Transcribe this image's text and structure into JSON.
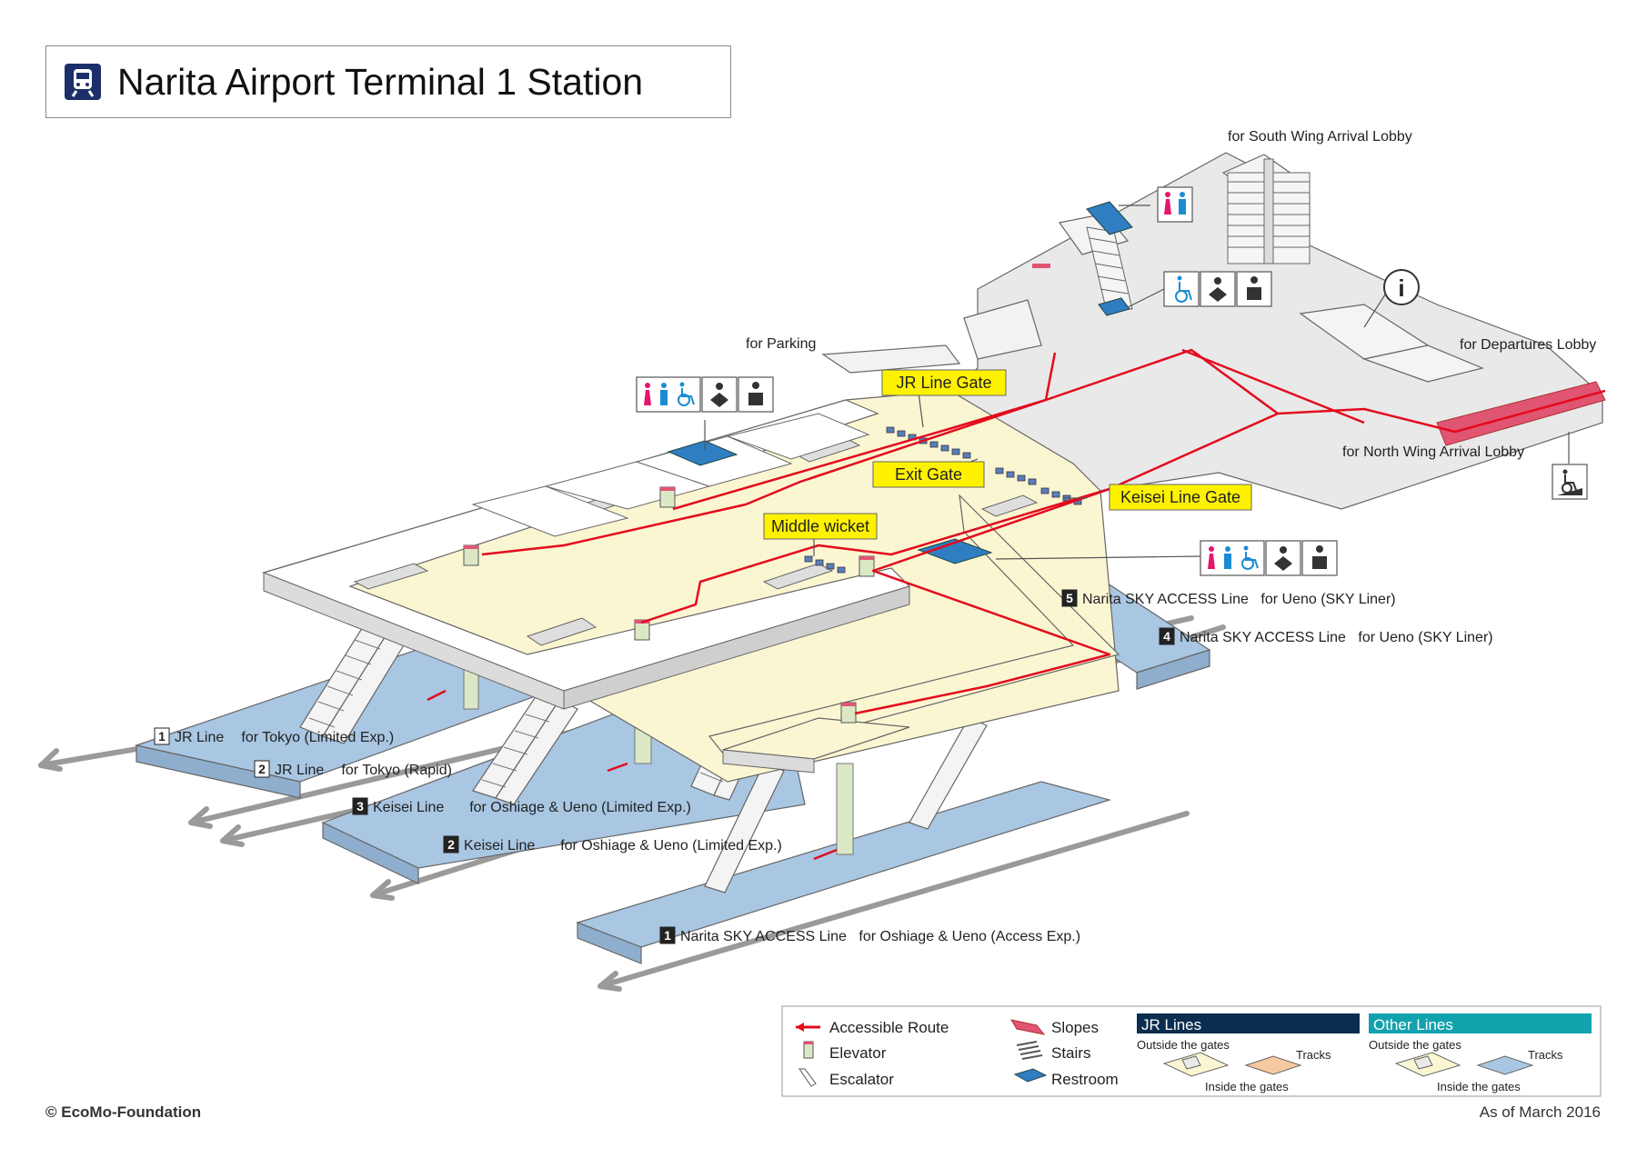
{
  "title": "Narita Airport Terminal 1 Station",
  "colors": {
    "accessible_route": "#e30b1d",
    "floor_inside": "#fbf6d2",
    "floor_outside": "#e9e9e9",
    "platform": "#a9c6e2",
    "callout": "#fff200",
    "jr_lines": "#0b2e50",
    "other_lines": "#12a2ad",
    "restroom": "#2f7ec1",
    "slope": "#e05572"
  },
  "destinations": {
    "south_wing": "for South Wing Arrival Lobby",
    "parking": "for Parking",
    "departures": "for Departures Lobby",
    "north_wing": "for North Wing Arrival Lobby"
  },
  "gates": {
    "jr": "JR Line Gate",
    "exit": "Exit Gate",
    "keisei": "Keisei Line Gate",
    "middle": "Middle wicket"
  },
  "platforms": [
    {
      "num": "1",
      "style": "outline",
      "line": "JR Line",
      "dest": "for Tokyo (Limited Exp.)"
    },
    {
      "num": "2",
      "style": "outline",
      "line": "JR Line",
      "dest": "for Tokyo (Rapid)"
    },
    {
      "num": "3",
      "style": "filled",
      "line": "Keisei Line",
      "dest": "for Oshiage & Ueno (Limited Exp.)"
    },
    {
      "num": "2",
      "style": "filled",
      "line": "Keisei Line",
      "dest": "for Oshiage & Ueno (Limited Exp.)"
    },
    {
      "num": "1",
      "style": "filled",
      "line": "Narita SKY ACCESS Line",
      "dest": "for Oshiage & Ueno (Access Exp.)"
    },
    {
      "num": "5",
      "style": "filled",
      "line": "Narita SKY ACCESS Line",
      "dest": "for Ueno (SKY Liner)"
    },
    {
      "num": "4",
      "style": "filled",
      "line": "Narita SKY ACCESS Line",
      "dest": "for Ueno (SKY Liner)"
    }
  ],
  "facility_icons": {
    "restroom_women": "female-restroom-icon",
    "restroom_men": "male-restroom-icon",
    "accessible_toilet": "wheelchair-icon",
    "baby_care": "baby-care-icon",
    "ostomate": "ostomate-icon",
    "information": "information-icon",
    "info_symbol": "i",
    "slope": "wheelchair-slope-icon"
  },
  "legend": {
    "accessible_route": "Accessible Route",
    "elevator": "Elevator",
    "escalator": "Escalator",
    "slopes": "Slopes",
    "stairs": "Stairs",
    "restroom": "Restroom",
    "jr_lines": "JR Lines",
    "other_lines": "Other Lines",
    "outside_gates": "Outside the gates",
    "inside_gates": "Inside the gates",
    "tracks": "Tracks"
  },
  "footer": {
    "copyright": "© EcoMo-Foundation",
    "as_of": "As of March 2016"
  }
}
